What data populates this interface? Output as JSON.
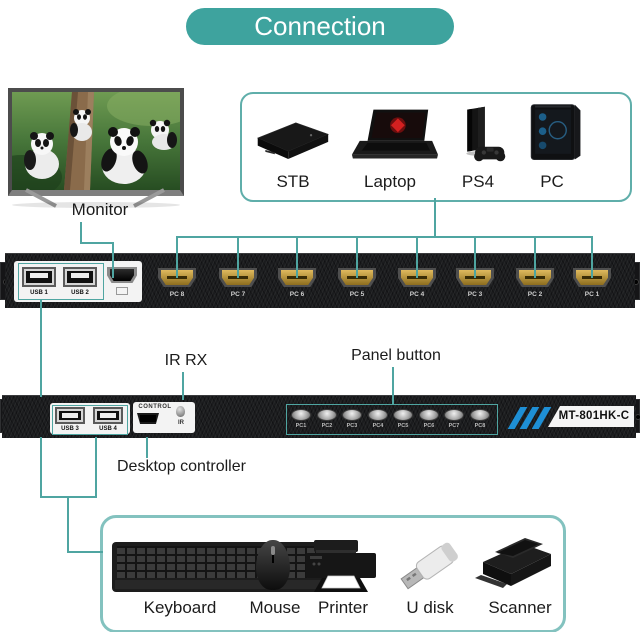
{
  "title": "Connection",
  "colors": {
    "teal_pill": "#3EA39E",
    "teal_line": "#4FA5A1",
    "teal_border": "#5FAEAA",
    "stripe_blue": "#1E8FD5",
    "hdmi_gold": "#C79A3B",
    "device_black": "#1B1C1E"
  },
  "monitor": {
    "label": "Monitor"
  },
  "sources": {
    "labels": [
      "STB",
      "Laptop",
      "PS4",
      "PC"
    ]
  },
  "front_device": {
    "usb_ports": [
      "USB 1",
      "USB 2"
    ],
    "hdmi_ports": [
      "PC 8",
      "PC 7",
      "PC 6",
      "PC 5",
      "PC 4",
      "PC 3",
      "PC 2",
      "PC 1"
    ]
  },
  "callouts": {
    "ir_rx": "IR RX",
    "panel_button": "Panel button",
    "desktop_controller": "Desktop controller"
  },
  "rear_device": {
    "usb_ports": [
      "USB 3",
      "USB 4"
    ],
    "control_label": "CONTROL",
    "ir_label": "IR",
    "buttons": [
      "PC1",
      "PC2",
      "PC3",
      "PC4",
      "PC5",
      "PC6",
      "PC7",
      "PC8"
    ],
    "model": "MT-801HK-C"
  },
  "peripherals": {
    "labels": [
      "Keyboard",
      "Mouse",
      "Printer",
      "U disk",
      "Scanner"
    ]
  }
}
